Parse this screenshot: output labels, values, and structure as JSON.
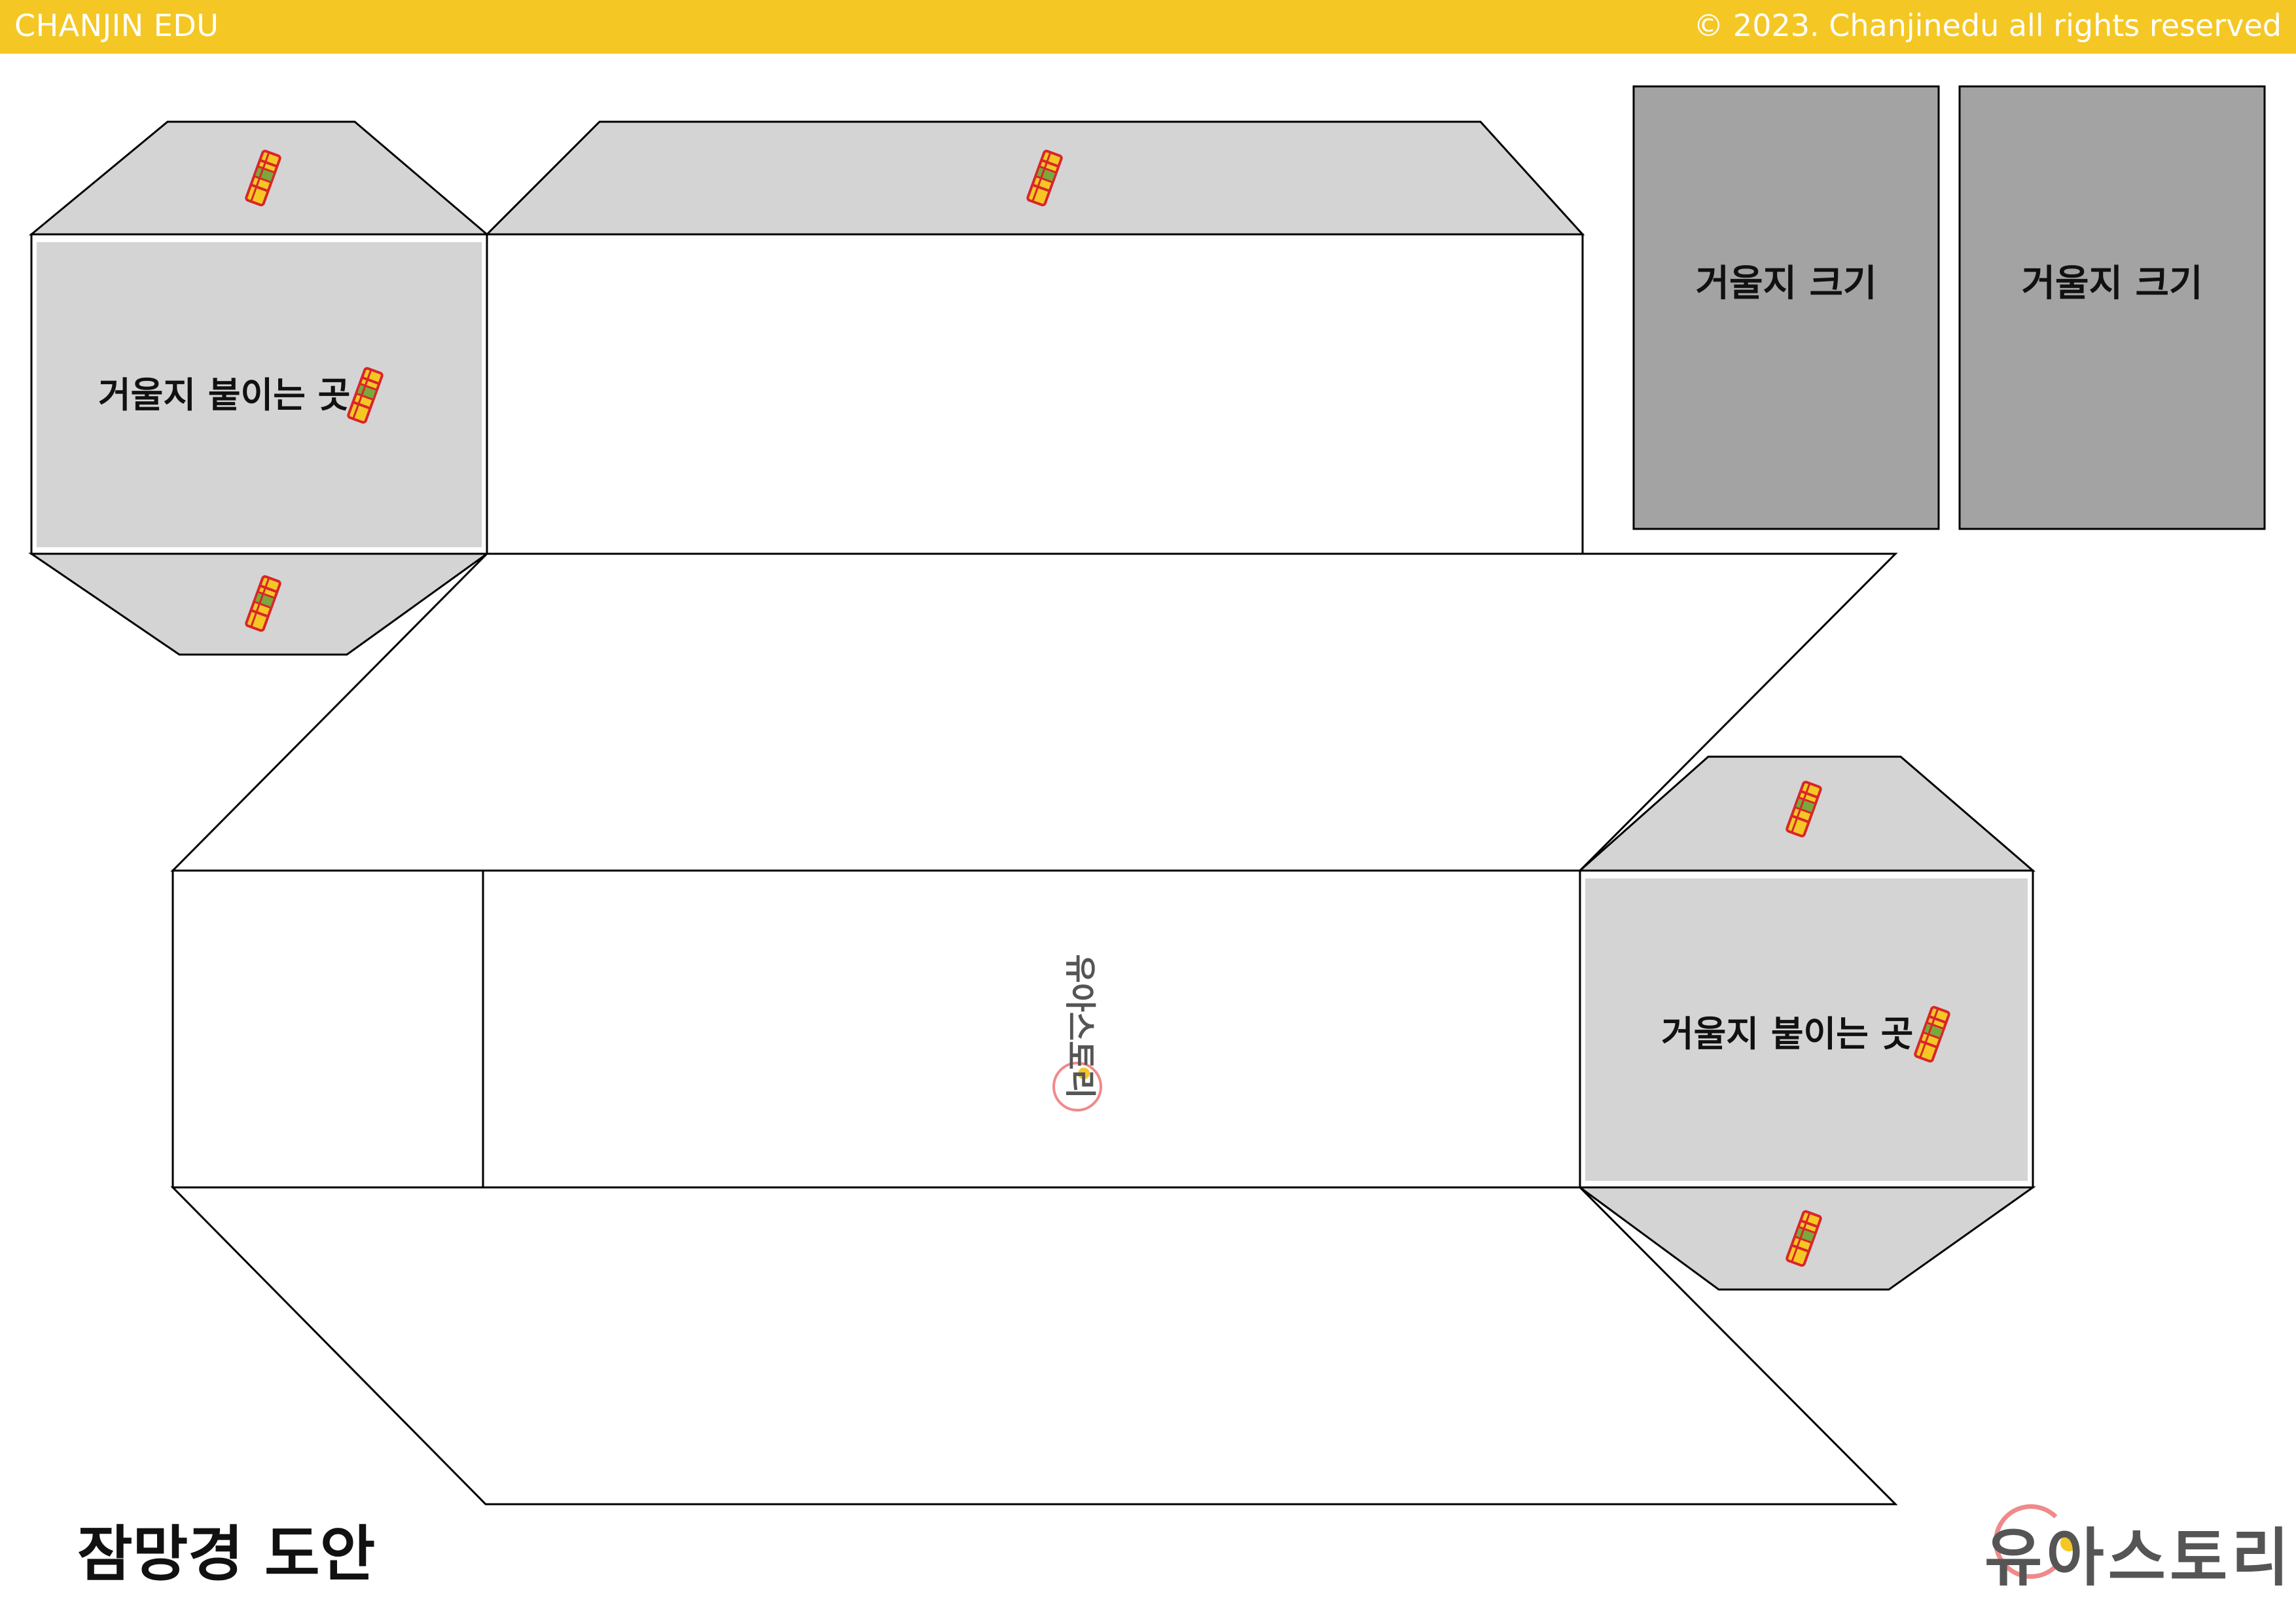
{
  "header": {
    "brand": "CHANJIN EDU",
    "copyright": "© 2023. Chanjinedu all rights reserved",
    "bar_color": "#f4c724"
  },
  "template": {
    "mirror_area_label_1": "거울지 붙이는 곳",
    "mirror_area_label_2": "거울지 붙이는 곳",
    "mirror_size_label_1": "거울지 크기",
    "mirror_size_label_2": "거울지 크기",
    "center_watermark": "유아스토리",
    "tab_fill_color": "#d4d4d4",
    "mirror_fill_color": "#a3a3a3",
    "glue_icon": "glue-stick-icon"
  },
  "footer": {
    "title": "잠망경 도안",
    "logo_text": "유아스토리"
  }
}
